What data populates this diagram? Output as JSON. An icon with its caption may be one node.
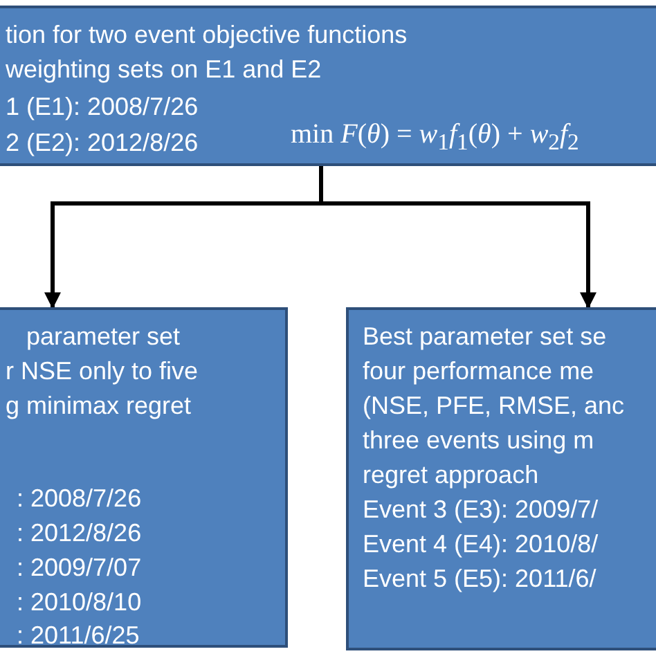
{
  "diagram": {
    "nodes": [
      {
        "text": [
          "tion for two event objective functions",
          "weighting sets on E1 and E2",
          "1 (E1): 2008/7/26",
          "2 (E2): 2012/8/26",
          "min *F*(*θ*) = *w*$_{1}$*f*$_{1}$(*θ*) + *w*$_{2}$*f*$_{2}$"
        ]
      },
      {
        "text": [
          "parameter set",
          "r NSE only to five",
          "g minimax regret",
          ": 2008/7/26",
          ": 2012/8/26",
          ": 2009/7/07",
          ": 2010/8/10",
          ": 2011/6/25"
        ]
      },
      {
        "text": [
          "Best parameter set se",
          "four performance me",
          "(NSE, PFE, RMSE, anc",
          "three events using m",
          "regret approach",
          "Event 3 (E3): 2009/7/",
          "Event 4 (E4): 2010/8/",
          "Event 5 (E5): 2011/6/"
        ]
      }
    ],
    "edges": [
      {
        "from": 0,
        "to": 1,
        "arrow": "to"
      },
      {
        "from": 0,
        "to": 2,
        "arrow": "to"
      }
    ]
  }
}
